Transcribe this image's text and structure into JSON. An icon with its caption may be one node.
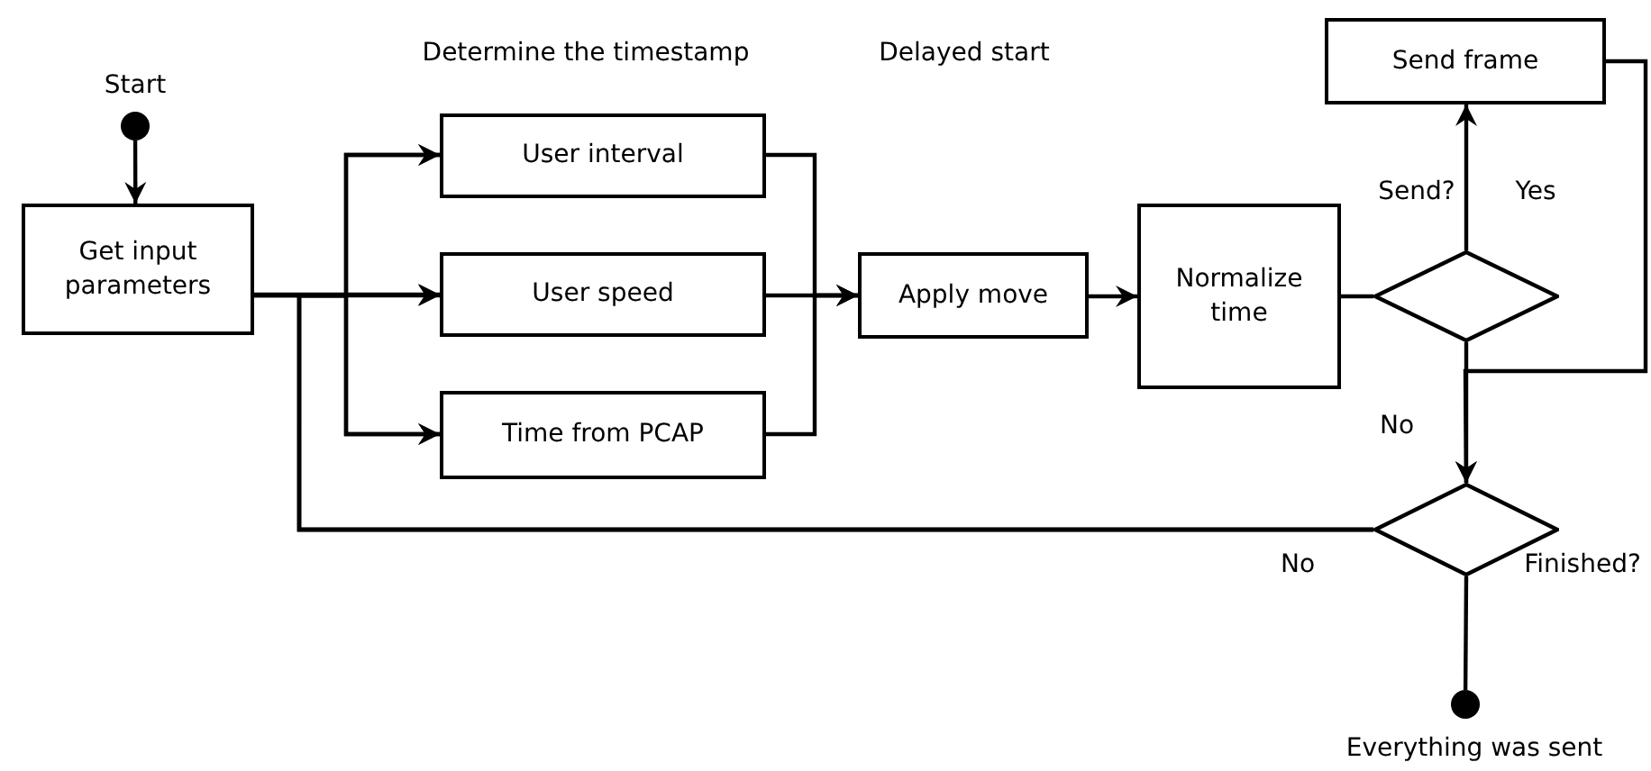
{
  "diagram": {
    "nodes": [
      {
        "text": [],
        "shape": "circle",
        "beside": [
          "Start"
        ]
      },
      {
        "text": [
          "Get input parameters"
        ]
      },
      {
        "text": [
          "User interval"
        ]
      },
      {
        "text": [
          "User speed"
        ]
      },
      {
        "text": [
          "Time from PCAP"
        ]
      },
      {
        "text": [
          "Apply move"
        ]
      },
      {
        "text": [
          "Normalize time"
        ]
      },
      {
        "text": [],
        "shape": "diamond",
        "beside": [
          "Send?"
        ]
      },
      {
        "text": [
          "Send frame"
        ]
      },
      {
        "text": [],
        "shape": "diamond",
        "beside": [
          "Finished?"
        ]
      },
      {
        "text": [],
        "shape": "circle",
        "beside": [
          "Everything was sent"
        ]
      }
    ],
    "edges": [
      {
        "from": 0,
        "to": 1,
        "arrow": "to"
      },
      {
        "from": 1,
        "to": 2,
        "arrow": "to"
      },
      {
        "from": 1,
        "to": 3,
        "arrow": "to"
      },
      {
        "from": 1,
        "to": 4,
        "arrow": "to"
      },
      {
        "from": 2,
        "to": 5,
        "arrow": "to"
      },
      {
        "from": 3,
        "to": 5,
        "arrow": "to"
      },
      {
        "from": 4,
        "to": 5,
        "arrow": "to"
      },
      {
        "from": 5,
        "to": 6,
        "arrow": "to"
      },
      {
        "from": 6,
        "to": 7,
        "arrow": "none"
      },
      {
        "from": 7,
        "to": 8,
        "arrow": "to",
        "label": "Yes"
      },
      {
        "from": 8,
        "to": 9,
        "arrow": "to"
      },
      {
        "from": 7,
        "to": 9,
        "arrow": "to",
        "label": "No"
      },
      {
        "from": 9,
        "to": 2,
        "arrow": "to"
      },
      {
        "from": 9,
        "to": 3,
        "arrow": "to",
        "label": "No"
      },
      {
        "from": 9,
        "to": 4,
        "arrow": "to"
      },
      {
        "from": 9,
        "to": 10,
        "arrow": "none"
      }
    ],
    "labels": [
      "Determine the timestamp",
      "Delayed start"
    ]
  }
}
